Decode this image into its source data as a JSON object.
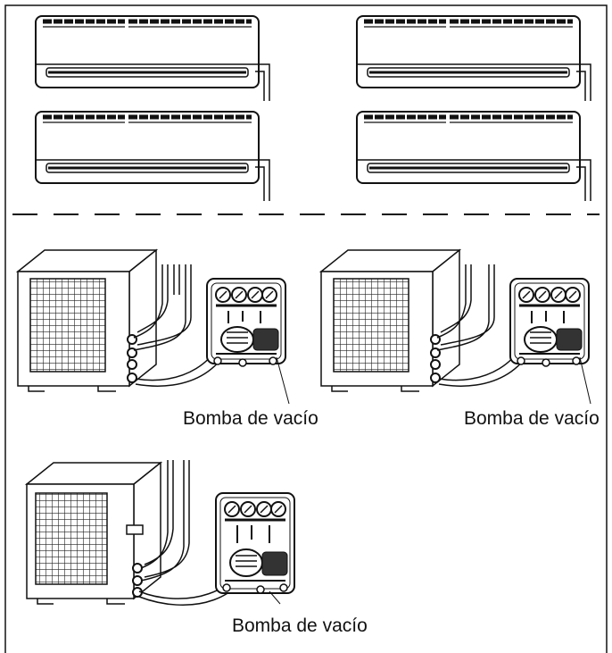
{
  "labels": {
    "pump_1": "Bomba de vacío",
    "pump_2": "Bomba de vacío",
    "pump_3": "Bomba de vacío"
  }
}
